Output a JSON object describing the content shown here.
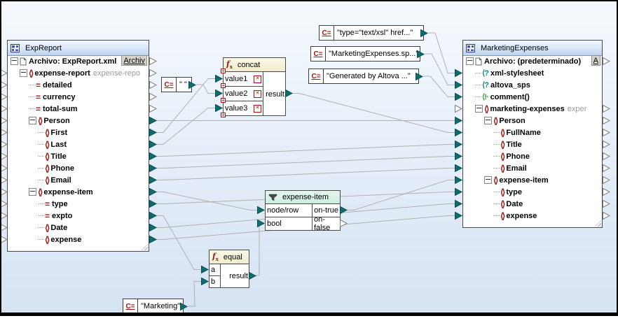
{
  "app": {
    "name": "mapping-canvas"
  },
  "source_component": {
    "title": "ExpReport",
    "file_row_button": "Archiv",
    "rows": [
      {
        "label": "Archivo: ExpReport.xml",
        "icon": "file-icon",
        "level": 0,
        "expander": true,
        "button": "Archiv",
        "out": "hollow",
        "in": false
      },
      {
        "label": "expense-report",
        "annotation": "expense-repo",
        "icon": "element-icon",
        "level": 1,
        "expander": true,
        "out": "hollow",
        "in": true
      },
      {
        "label": "detailed",
        "icon": "attribute-icon",
        "level": 2,
        "out": "hollow",
        "in": true
      },
      {
        "label": "currency",
        "icon": "attribute-icon",
        "level": 2,
        "out": "hollow",
        "in": true
      },
      {
        "label": "total-sum",
        "icon": "attribute-icon",
        "level": 2,
        "out": "hollow",
        "in": true
      },
      {
        "label": "Person",
        "icon": "element-icon",
        "level": 2,
        "expander": true,
        "out": "filled",
        "in": true
      },
      {
        "label": "First",
        "icon": "element-icon",
        "level": 3,
        "out": "filled",
        "in": true
      },
      {
        "label": "Last",
        "icon": "element-icon",
        "level": 3,
        "out": "filled",
        "in": true
      },
      {
        "label": "Title",
        "icon": "element-icon",
        "level": 3,
        "out": "filled",
        "in": true
      },
      {
        "label": "Phone",
        "icon": "element-icon",
        "level": 3,
        "out": "filled",
        "in": true
      },
      {
        "label": "Email",
        "icon": "element-icon",
        "level": 3,
        "out": "filled",
        "in": true
      },
      {
        "label": "expense-item",
        "icon": "element-icon",
        "level": 2,
        "expander": true,
        "out": "filled",
        "in": true
      },
      {
        "label": "type",
        "icon": "attribute-icon",
        "level": 3,
        "out": "filled",
        "in": true
      },
      {
        "label": "expto",
        "icon": "attribute-icon",
        "level": 3,
        "out": "filled",
        "in": true
      },
      {
        "label": "Date",
        "icon": "element-icon",
        "level": 3,
        "out": "filled",
        "in": true
      },
      {
        "label": "expense",
        "icon": "element-icon",
        "level": 3,
        "out": "filled",
        "in": true
      }
    ]
  },
  "target_component": {
    "title": "MarketingExpenses",
    "file_row_button": "A",
    "rows": [
      {
        "label": "Archivo: (predeterminado)",
        "icon": "file-icon",
        "level": 0,
        "expander": true,
        "button": "A",
        "out": "hollow",
        "in": false
      },
      {
        "label": "xml-stylesheet",
        "icon": "pi-icon",
        "level": 1,
        "in": "filled"
      },
      {
        "label": "altova_sps",
        "icon": "pi-icon",
        "level": 1,
        "in": "filled"
      },
      {
        "label": "comment()",
        "icon": "comment-icon",
        "level": 1,
        "in": "filled"
      },
      {
        "label": "marketing-expenses",
        "annotation": "exper",
        "icon": "element-icon",
        "level": 1,
        "expander": true,
        "in": "hollow",
        "out": "hollow"
      },
      {
        "label": "Person",
        "icon": "element-icon",
        "level": 2,
        "expander": true,
        "in": "filled",
        "out": "hollow"
      },
      {
        "label": "FullName",
        "icon": "element-icon",
        "level": 3,
        "in": "filled",
        "out": "hollow"
      },
      {
        "label": "Title",
        "icon": "element-icon",
        "level": 3,
        "in": "filled",
        "out": "hollow"
      },
      {
        "label": "Phone",
        "icon": "element-icon",
        "level": 3,
        "in": "filled",
        "out": "hollow"
      },
      {
        "label": "Email",
        "icon": "element-icon",
        "level": 3,
        "in": "filled",
        "out": "hollow"
      },
      {
        "label": "expense-item",
        "icon": "element-icon",
        "level": 2,
        "expander": true,
        "in": "filled",
        "out": "hollow"
      },
      {
        "label": "type",
        "icon": "element-icon",
        "level": 3,
        "in": "filled",
        "out": "hollow"
      },
      {
        "label": "Date",
        "icon": "element-icon",
        "level": 3,
        "in": "filled",
        "out": "hollow"
      },
      {
        "label": "expense",
        "icon": "element-icon",
        "level": 3,
        "in": "filled",
        "out": "hollow"
      }
    ]
  },
  "functions": {
    "concat": {
      "label": "concat",
      "inputs": [
        "value1",
        "value2",
        "value3"
      ],
      "output": "result"
    },
    "equal": {
      "label": "equal",
      "inputs": [
        "a",
        "b"
      ],
      "output": "result"
    }
  },
  "filter": {
    "label": "expense-item",
    "rows": [
      {
        "input": "node/row",
        "output": "on-true",
        "output_state": "filled"
      },
      {
        "input": "bool",
        "output": "on-false",
        "output_state": "hollow"
      }
    ]
  },
  "constants": {
    "space": "\" \"",
    "xsl_type": "\"type=\"text/xsl\" href...\"",
    "sps_file": "\"MarketingExpenses.sp...\"",
    "generated": "\"Generated by Altova ...\"",
    "marketing": "\"Marketing\""
  },
  "connections": [
    {
      "from": "const-xsl-type",
      "to": "target-xml-stylesheet"
    },
    {
      "from": "const-sps-file",
      "to": "target-altova_sps"
    },
    {
      "from": "const-generated",
      "to": "target-comment()"
    },
    {
      "from": "source-Person",
      "to": "target-Person"
    },
    {
      "from": "source-First",
      "to": "concat-value1"
    },
    {
      "from": "const-space",
      "to": "concat-value2"
    },
    {
      "from": "source-Last",
      "to": "concat-value3"
    },
    {
      "from": "concat-result",
      "to": "target-FullName"
    },
    {
      "from": "source-Title",
      "to": "target-Title"
    },
    {
      "from": "source-Phone",
      "to": "target-Phone"
    },
    {
      "from": "source-Email",
      "to": "target-Email"
    },
    {
      "from": "source-expense-item",
      "to": "filter-node/row"
    },
    {
      "from": "source-type",
      "to": "target-type"
    },
    {
      "from": "source-expto",
      "to": "equal-a"
    },
    {
      "from": "source-Date",
      "to": "target-Date"
    },
    {
      "from": "source-expense",
      "to": "target-expense"
    },
    {
      "from": "const-marketing",
      "to": "equal-b"
    },
    {
      "from": "equal-result",
      "to": "filter-bool",
      "route": "up-elbow"
    },
    {
      "from": "filter-on-true",
      "to": "target-expense-item"
    }
  ],
  "colors": {
    "arrow_filled": "#0e6d6d",
    "arrow_stroke": "#0a5252",
    "wire": "#b0b0b0",
    "node_icon": "#9b1c1c",
    "function_header": "#f6f1d5",
    "filter_header": "#d8f0e2"
  }
}
